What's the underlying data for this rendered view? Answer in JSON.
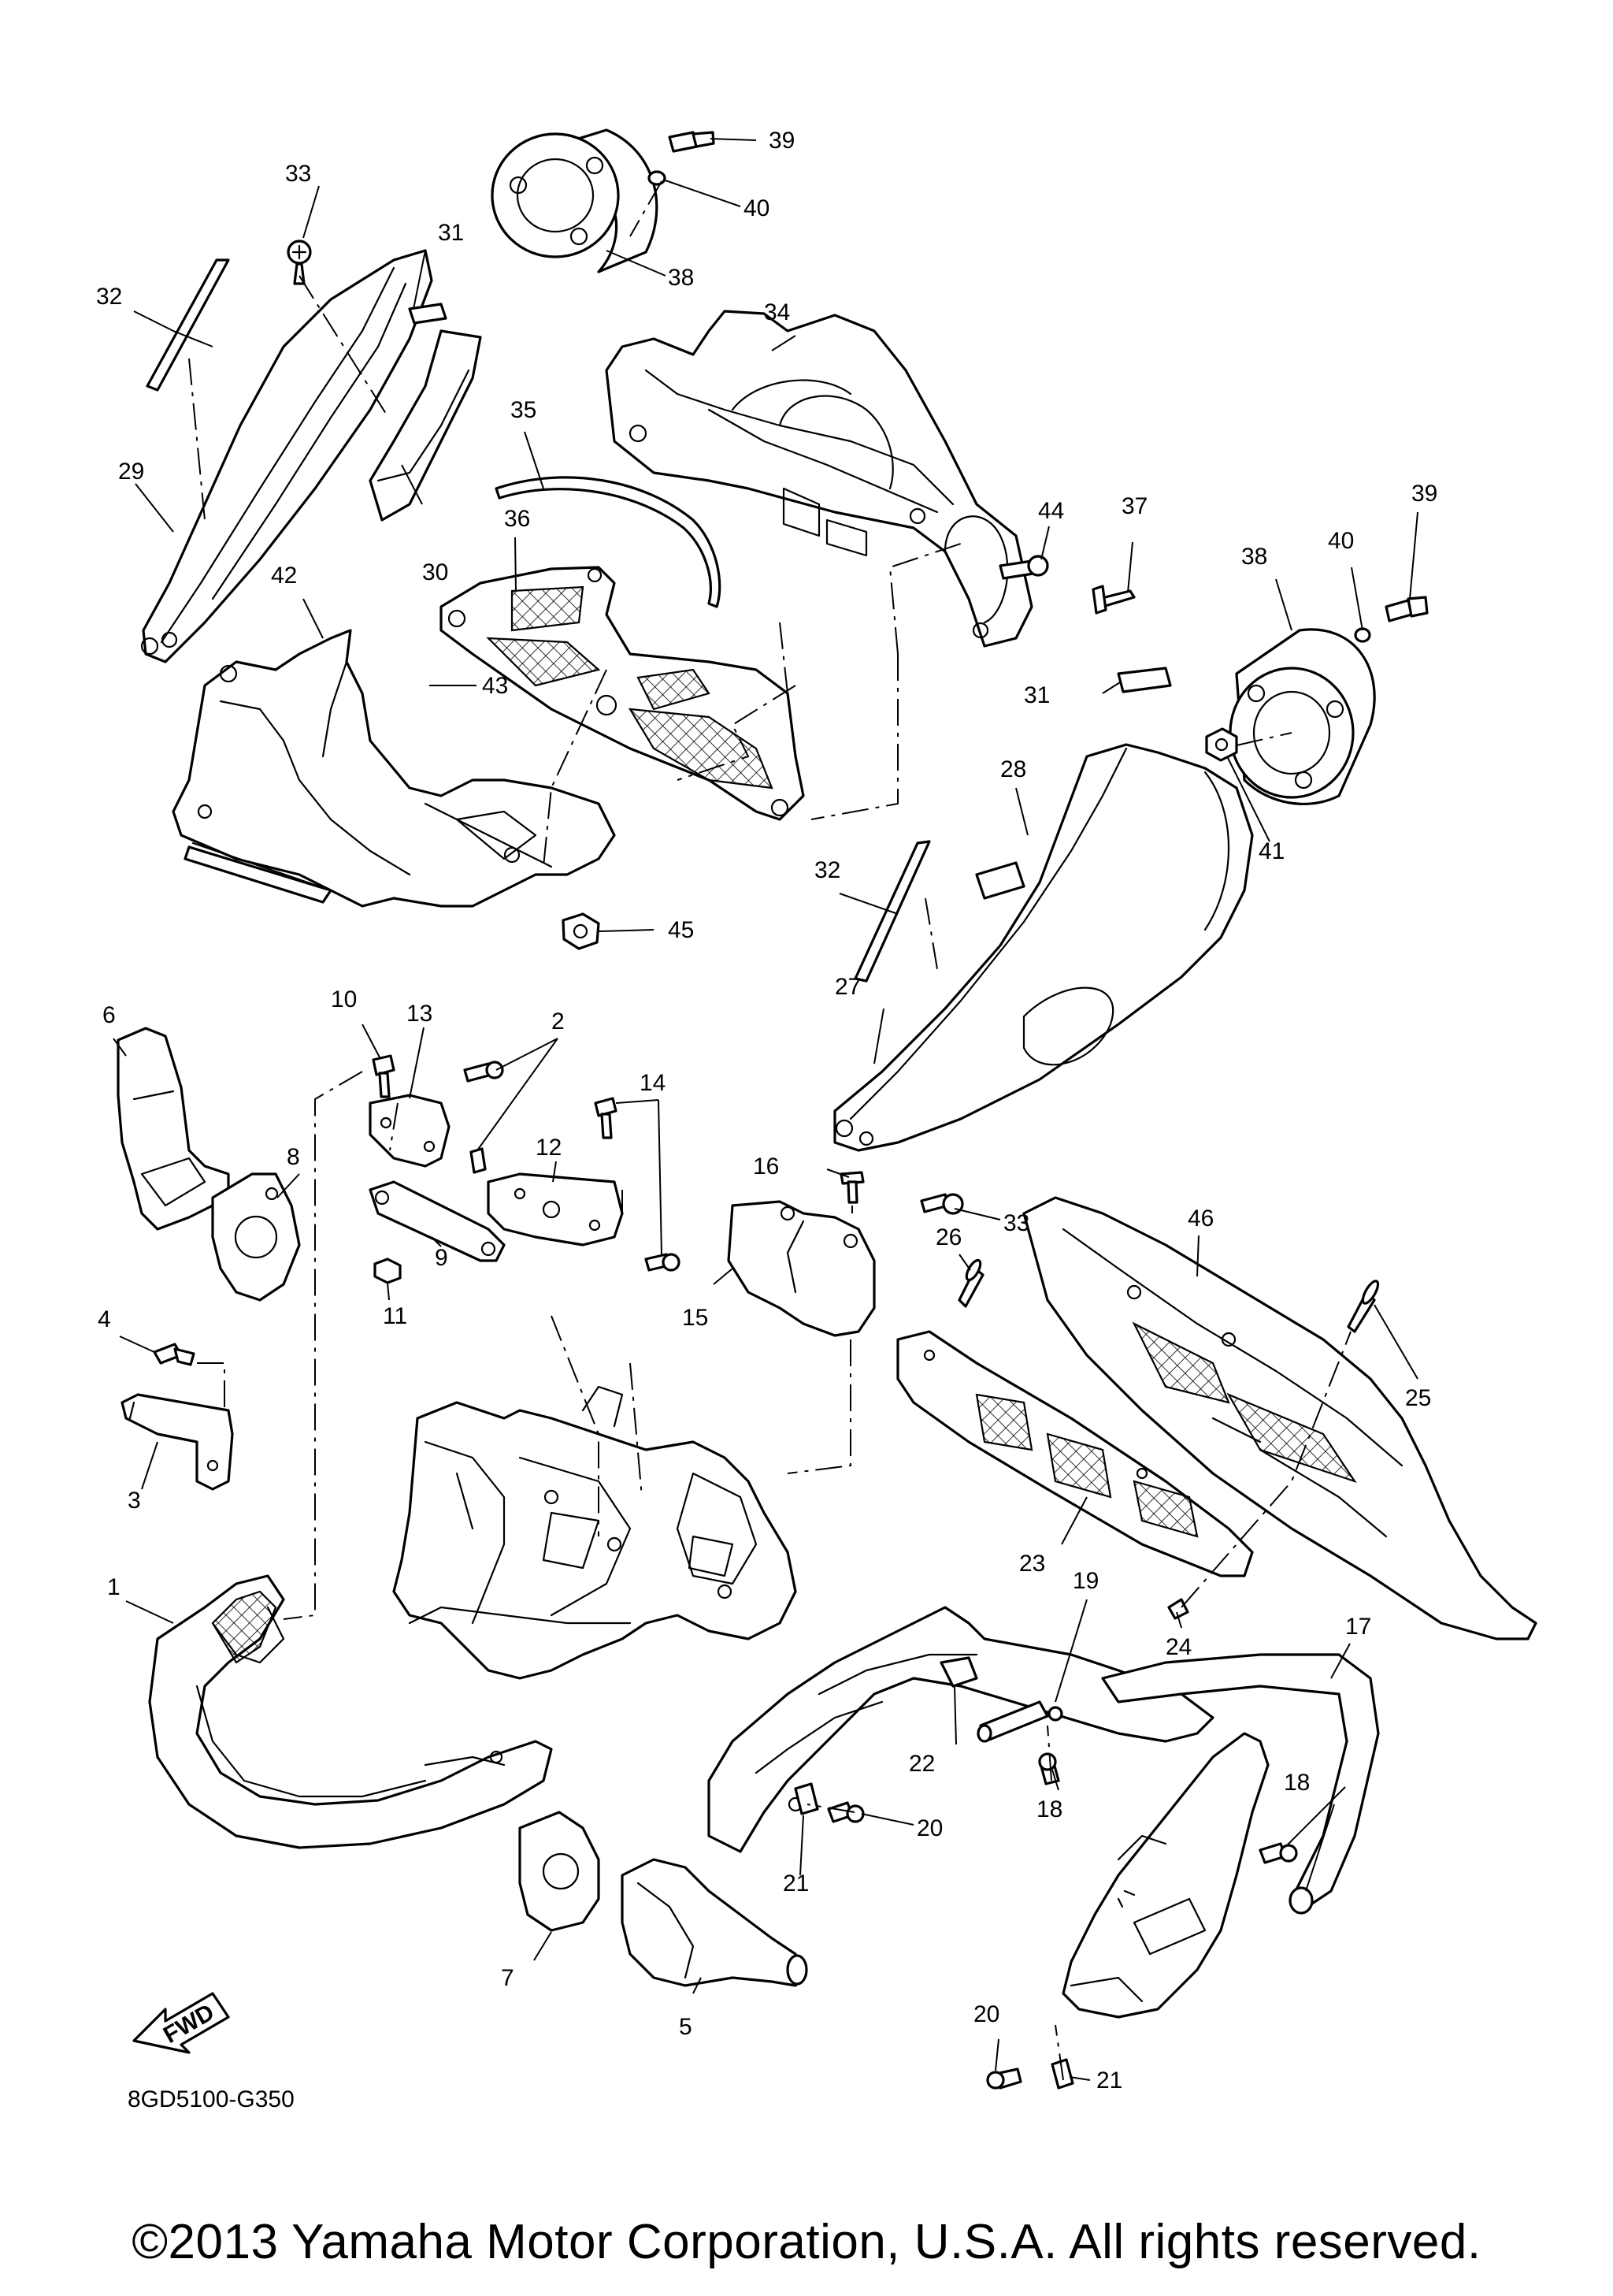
{
  "diagram_code": "8GD5100-G350",
  "fwd_arrow_label": "FWD",
  "copyright": "©2013 Yamaha Motor Corporation, U.S.A. All rights reserved.",
  "callouts": {
    "n1": "1",
    "n2": "2",
    "n3": "3",
    "n4": "4",
    "n5": "5",
    "n6": "6",
    "n7": "7",
    "n8": "8",
    "n9": "9",
    "n10": "10",
    "n11": "11",
    "n12": "12",
    "n13": "13",
    "n14": "14",
    "n15": "15",
    "n16": "16",
    "n17": "17",
    "n18a": "18",
    "n18b": "18",
    "n19": "19",
    "n20a": "20",
    "n20b": "20",
    "n21a": "21",
    "n21b": "21",
    "n22": "22",
    "n23": "23",
    "n24": "24",
    "n25": "25",
    "n26": "26",
    "n27": "27",
    "n28": "28",
    "n29": "29",
    "n30": "30",
    "n31a": "31",
    "n31b": "31",
    "n32a": "32",
    "n32b": "32",
    "n33a": "33",
    "n33b": "33",
    "n34": "34",
    "n35": "35",
    "n36": "36",
    "n37": "37",
    "n38a": "38",
    "n38b": "38",
    "n39a": "39",
    "n39b": "39",
    "n40a": "40",
    "n40b": "40",
    "n41": "41",
    "n42": "42",
    "n43": "43",
    "n44": "44",
    "n45": "45",
    "n46": "46"
  }
}
